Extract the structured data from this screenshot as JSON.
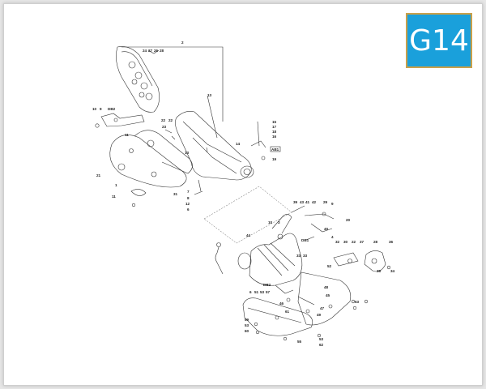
{
  "badge": {
    "text": "G14",
    "background": "#1aa0db",
    "border": "#c9a04a"
  },
  "labels": [
    "2",
    "24",
    "27",
    "26",
    "28",
    "13",
    "10",
    "9",
    "DB2",
    "22",
    "22",
    "11",
    "21",
    "1",
    "11",
    "31",
    "13",
    "23",
    "7",
    "8",
    "12",
    "6",
    "15",
    "17",
    "18",
    "16",
    "14",
    "AB1",
    "19",
    "39",
    "43",
    "41",
    "42",
    "29",
    "9",
    "20",
    "10",
    "3",
    "40",
    "DB1",
    "4",
    "44",
    "33",
    "33",
    "32",
    "30",
    "22",
    "28",
    "37",
    "36",
    "38",
    "34",
    "DB2",
    "6",
    "51",
    "53",
    "57",
    "52",
    "48",
    "45",
    "47",
    "49",
    "46",
    "61",
    "59",
    "53",
    "60",
    "63",
    "53",
    "62",
    "55"
  ]
}
